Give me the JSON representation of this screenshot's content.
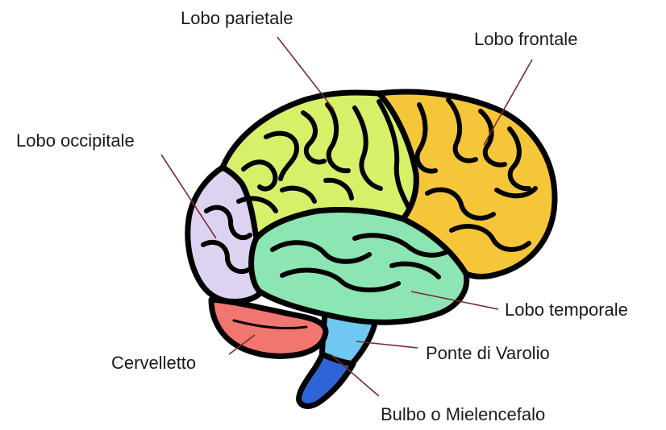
{
  "labels": {
    "parietal": "Lobo parietale",
    "frontal": "Lobo frontale",
    "occipital": "Lobo occipitale",
    "temporal": "Lobo temporale",
    "pons": "Ponte di Varolio",
    "cerebellum": "Cervelletto",
    "medulla": "Bulbo o Mielencefalo"
  },
  "colors": {
    "parietal": "#d6f06a",
    "frontal": "#f6c63a",
    "occipital": "#ddd2f0",
    "temporal": "#8ce6b4",
    "cerebellum": "#f27670",
    "pons": "#6fc8f2",
    "medulla": "#2f63d8",
    "leader": "#7a2a2a"
  }
}
